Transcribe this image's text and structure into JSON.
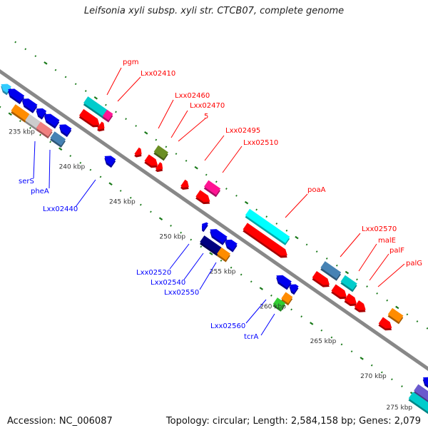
{
  "title": "Leifsonia xyli subsp. xyli str. CTCB07, complete genome",
  "footer": {
    "accession": "Accession: NC_006087",
    "topology": "Topology: circular; Length: 2,584,158 bp; Genes: 2,079"
  },
  "colors": {
    "backbone": "#888888",
    "ticks": "#1a7a1a",
    "forward_label": "#ff0000",
    "reverse_label": "#0000ff"
  },
  "ticks": {
    "labels": [
      "235 kbp",
      "240 kbp",
      "245 kbp",
      "250 kbp",
      "255 kbp",
      "260 kbp",
      "265 kbp",
      "270 kbp",
      "275 kbp"
    ],
    "values_kbp": [
      235,
      240,
      245,
      250,
      255,
      260,
      265,
      270,
      275
    ]
  },
  "genes": [
    {
      "start": 232.0,
      "end": 232.8,
      "strand": "-",
      "row": 1,
      "color": "#33ccff"
    },
    {
      "start": 232.7,
      "end": 234.1,
      "strand": "-",
      "row": 1,
      "color": "#0000ee"
    },
    {
      "start": 234.1,
      "end": 235.4,
      "strand": "-",
      "row": 1,
      "color": "#0000ee"
    },
    {
      "start": 235.5,
      "end": 236.3,
      "strand": "-",
      "row": 1,
      "color": "#0000ee"
    },
    {
      "start": 236.3,
      "end": 237.6,
      "strand": "-",
      "row": 1,
      "color": "#0000ee"
    },
    {
      "start": 237.8,
      "end": 238.8,
      "strand": "-",
      "row": 1,
      "color": "#0000ee"
    },
    {
      "start": 233.9,
      "end": 235.3,
      "strand": "-",
      "row": 2,
      "color": "#ff8c00",
      "box": true
    },
    {
      "start": 235.3,
      "end": 236.4,
      "strand": "-",
      "row": 2,
      "color": "#cccccc",
      "box": true
    },
    {
      "start": 236.4,
      "end": 237.6,
      "strand": "-",
      "row": 2,
      "color": "#f08080",
      "box": true
    },
    {
      "start": 237.8,
      "end": 238.9,
      "strand": "-",
      "row": 2,
      "color": "#4682b4",
      "box": true
    },
    {
      "start": 242.3,
      "end": 243.2,
      "strand": "-",
      "row": 1,
      "color": "#0000ee"
    },
    {
      "start": 238.4,
      "end": 240.4,
      "strand": "+",
      "row": 2,
      "color": "#00cccc",
      "box": true
    },
    {
      "start": 240.3,
      "end": 240.9,
      "strand": "+",
      "row": 2,
      "color": "#ff1493",
      "box": true
    },
    {
      "start": 238.7,
      "end": 240.5,
      "strand": "+",
      "row": 1,
      "color": "#ff0000"
    },
    {
      "start": 240.5,
      "end": 241.0,
      "strand": "+",
      "row": 1,
      "color": "#ff0000"
    },
    {
      "start": 244.2,
      "end": 244.7,
      "strand": "+",
      "row": 1,
      "color": "#ff0000"
    },
    {
      "start": 245.4,
      "end": 246.4,
      "strand": "+",
      "row": 2,
      "color": "#6b8e23",
      "box": true
    },
    {
      "start": 245.2,
      "end": 246.3,
      "strand": "+",
      "row": 1,
      "color": "#ff0000"
    },
    {
      "start": 246.3,
      "end": 246.8,
      "strand": "+",
      "row": 1,
      "color": "#ff0000"
    },
    {
      "start": 248.8,
      "end": 249.4,
      "strand": "+",
      "row": 1,
      "color": "#ff0000"
    },
    {
      "start": 250.4,
      "end": 251.6,
      "strand": "+",
      "row": 2,
      "color": "#ff1493",
      "box": true
    },
    {
      "start": 250.3,
      "end": 251.5,
      "strand": "+",
      "row": 1,
      "color": "#ff0000"
    },
    {
      "start": 252.0,
      "end": 252.4,
      "strand": "-",
      "row": 1,
      "color": "#0000ee"
    },
    {
      "start": 252.8,
      "end": 254.3,
      "strand": "-",
      "row": 1,
      "color": "#0000ee"
    },
    {
      "start": 254.3,
      "end": 255.3,
      "strand": "-",
      "row": 1,
      "color": "#0000ee"
    },
    {
      "start": 252.7,
      "end": 254.4,
      "strand": "-",
      "row": 2,
      "color": "#000080",
      "box": true
    },
    {
      "start": 254.4,
      "end": 255.3,
      "strand": "-",
      "row": 2,
      "color": "#ff8c00",
      "box": true
    },
    {
      "start": 254.5,
      "end": 258.5,
      "strand": "+",
      "row": 2,
      "color": "#00ffff",
      "box": true
    },
    {
      "start": 255.0,
      "end": 259.2,
      "strand": "+",
      "row": 1,
      "color": "#ff0000"
    },
    {
      "start": 259.4,
      "end": 260.7,
      "strand": "-",
      "row": 1,
      "color": "#0000ee"
    },
    {
      "start": 260.7,
      "end": 261.4,
      "strand": "-",
      "row": 1,
      "color": "#0000ee"
    },
    {
      "start": 260.8,
      "end": 261.5,
      "strand": "-",
      "row": 2,
      "color": "#ff8c00",
      "box": true
    },
    {
      "start": 260.5,
      "end": 261.3,
      "strand": "-",
      "row": 3,
      "color": "#32cd32",
      "box": true
    },
    {
      "start": 262.0,
      "end": 263.6,
      "strand": "+",
      "row": 2,
      "color": "#4682b4",
      "box": true
    },
    {
      "start": 261.9,
      "end": 263.4,
      "strand": "+",
      "row": 1,
      "color": "#ff0000"
    },
    {
      "start": 264.0,
      "end": 265.2,
      "strand": "+",
      "row": 2,
      "color": "#00cccc",
      "box": true
    },
    {
      "start": 263.8,
      "end": 265.1,
      "strand": "+",
      "row": 1,
      "color": "#ff0000"
    },
    {
      "start": 265.1,
      "end": 266.1,
      "strand": "+",
      "row": 1,
      "color": "#ff0000"
    },
    {
      "start": 266.1,
      "end": 267.0,
      "strand": "+",
      "row": 1,
      "color": "#ff0000"
    },
    {
      "start": 268.7,
      "end": 269.8,
      "strand": "+",
      "row": 2,
      "color": "#ff8c00",
      "box": true
    },
    {
      "start": 268.5,
      "end": 269.6,
      "strand": "+",
      "row": 1,
      "color": "#ff0000"
    },
    {
      "start": 273.8,
      "end": 274.6,
      "strand": "+",
      "row": 1,
      "color": "#ff0000"
    },
    {
      "start": 274.0,
      "end": 275.5,
      "strand": "-",
      "row": 1,
      "color": "#0000ee"
    },
    {
      "start": 274.0,
      "end": 276.0,
      "strand": "-",
      "row": 2,
      "color": "#6a5acd",
      "box": true
    },
    {
      "start": 274.0,
      "end": 276.0,
      "strand": "-",
      "row": 3,
      "color": "#00cccc",
      "box": true
    }
  ],
  "forward_labels": [
    "pgm",
    "Lxx02410",
    "Lxx02460",
    "Lxx02470",
    "5",
    "Lxx02495",
    "Lxx02510",
    "poaA",
    "Lxx02570",
    "malE",
    "palF",
    "palG"
  ],
  "reverse_labels": [
    "serS",
    "pheA",
    "Lxx02440",
    "Lxx02520",
    "Lxx02540",
    "Lxx02550",
    "Lxx02560",
    "tcrA"
  ]
}
